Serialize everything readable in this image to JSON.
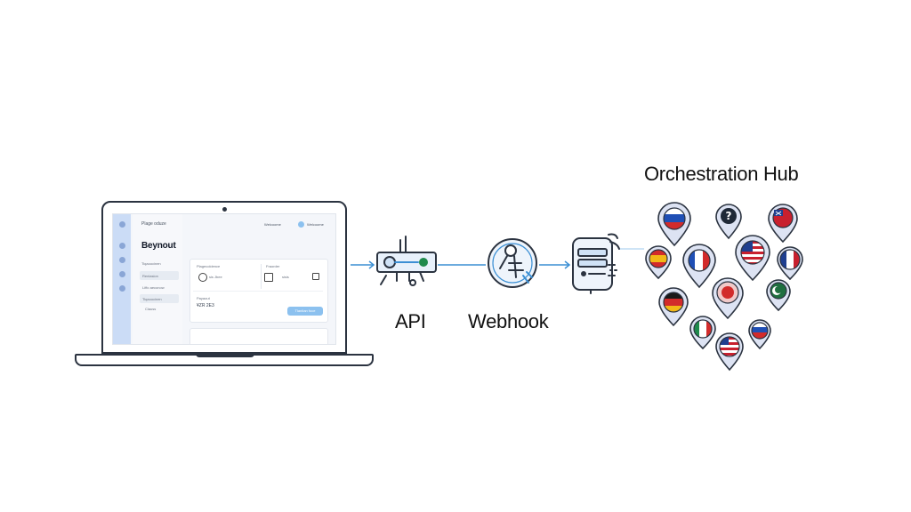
{
  "laptop": {
    "screen": {
      "header_left": "Plage oduze",
      "header_right": "Welcoome",
      "page_title": "Beynout",
      "sidebar_items": [
        "Tiqaoocinen",
        "Renlasion",
        "Liffo aeconow"
      ],
      "selector_label": "Clauss",
      "card_left_title": "Plagecoldence",
      "card_left_value": "sis Jbee",
      "card_right_title": "Fraorder",
      "card_right_value": "sisis",
      "footer_caption": "Payaout",
      "footer_value": "¥ZR 2E3",
      "footer_button": "Tlanitan foce"
    }
  },
  "flow": {
    "api_label": "API",
    "webhook_label": "Webhook",
    "hub_title": "Orchestration Hub"
  },
  "colors": {
    "arrow": "#3b8fd4",
    "line": "#2b3340",
    "pin_fill": "#dde3f3",
    "accent_blue": "#8cc1ef"
  },
  "hub_pins": [
    {
      "flag": "russia"
    },
    {
      "flag": "question"
    },
    {
      "flag": "red-cross"
    },
    {
      "flag": "spain-germany"
    },
    {
      "flag": "france"
    },
    {
      "flag": "usa"
    },
    {
      "flag": "blue-red"
    },
    {
      "flag": "germany"
    },
    {
      "flag": "red-circle"
    },
    {
      "flag": "crescent"
    },
    {
      "flag": "italy"
    },
    {
      "flag": "usa"
    },
    {
      "flag": "russia"
    }
  ]
}
